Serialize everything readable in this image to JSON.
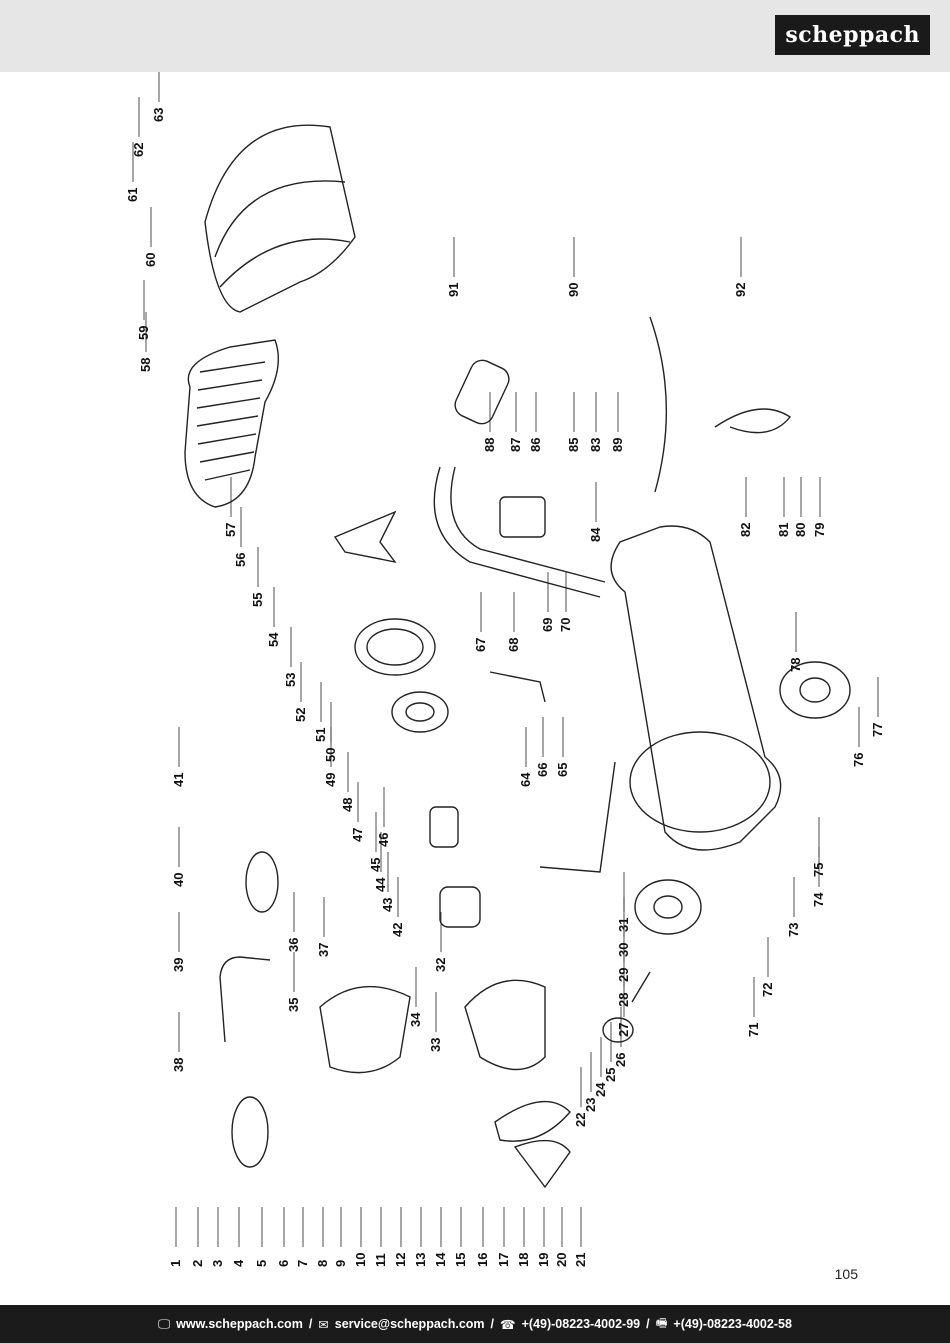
{
  "brand": {
    "logo_text": "scheppach"
  },
  "diagram": {
    "labels_bottom_row": [
      "1",
      "2",
      "3",
      "4",
      "5",
      "6",
      "7",
      "8",
      "9",
      "10",
      "11",
      "12",
      "13",
      "14",
      "15",
      "16",
      "17",
      "18",
      "19",
      "20",
      "21"
    ],
    "labels_group_22_26": [
      "22",
      "23",
      "24",
      "25",
      "26"
    ],
    "labels_mid": [
      "27",
      "28",
      "29",
      "30",
      "31",
      "32",
      "33",
      "34",
      "35",
      "36",
      "37",
      "38",
      "39",
      "40",
      "41",
      "42",
      "43",
      "44",
      "45",
      "46",
      "47",
      "48",
      "49",
      "50",
      "51",
      "52",
      "53",
      "54",
      "55",
      "56",
      "57",
      "58",
      "59",
      "60",
      "61",
      "62",
      "63"
    ],
    "labels_tank": [
      "64",
      "65",
      "66",
      "67",
      "68",
      "69",
      "70",
      "71",
      "72",
      "73",
      "74",
      "75",
      "76",
      "77",
      "78",
      "79",
      "80",
      "81",
      "82",
      "83",
      "84",
      "85",
      "86",
      "87",
      "88",
      "89",
      "90",
      "91",
      "92"
    ]
  },
  "page": {
    "number": "105"
  },
  "footer": {
    "web_icon": "monitor-icon",
    "web": "www.scheppach.com",
    "mail_icon": "mail-icon",
    "mail": "service@scheppach.com",
    "phone_icon": "phone-icon",
    "phone": "+(49)-08223-4002-99",
    "fax_icon": "fax-icon",
    "fax": "+(49)-08223-4002-58",
    "separator": "/"
  }
}
